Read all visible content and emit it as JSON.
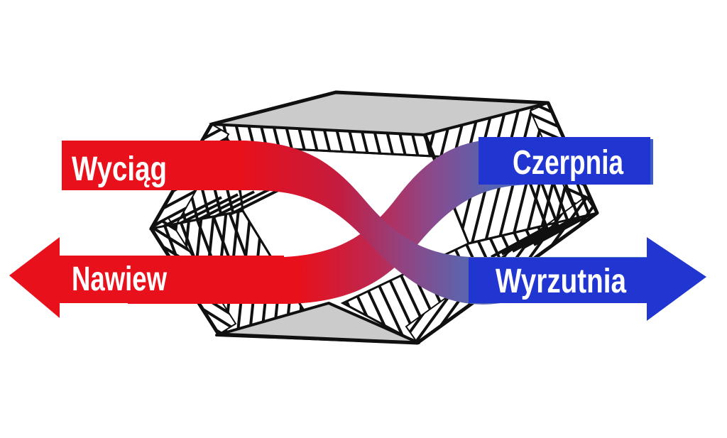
{
  "diagram": {
    "type": "cross-flow-heat-exchanger-airflow-diagram",
    "labels": {
      "wyciag": "Wyciąg",
      "nawiew": "Nawiew",
      "czerpnia": "Czerpnia",
      "wyrzutnia": "Wyrzutnia"
    },
    "arrows": [
      {
        "label": "Nawiew",
        "direction": "left",
        "color": "red"
      },
      {
        "label": "Wyrzutnia",
        "direction": "right",
        "color": "blue"
      }
    ],
    "flows": [
      {
        "name": "extract-to-exhaust",
        "from": "Wyciąg",
        "to": "Wyrzutnia",
        "start_color": "red",
        "end_color": "blue"
      },
      {
        "name": "intake-to-supply",
        "from": "Czerpnia",
        "to": "Nawiew",
        "start_color": "blue",
        "end_color": "red"
      }
    ],
    "colors": {
      "red": "#E8101B",
      "blue": "#2136D0",
      "gray": "#CBCBCB",
      "outline": "#101010",
      "white": "#FFFFFF"
    },
    "gradients": {
      "extract_to_exhaust": [
        "#E8101B",
        "#C41C3F",
        "#94427F",
        "#5E63AC",
        "#4A72C8"
      ],
      "intake_to_supply": [
        "#E8101B",
        "#BE2750",
        "#8A4A8C",
        "#5564B4",
        "#3C5FC2"
      ]
    }
  }
}
